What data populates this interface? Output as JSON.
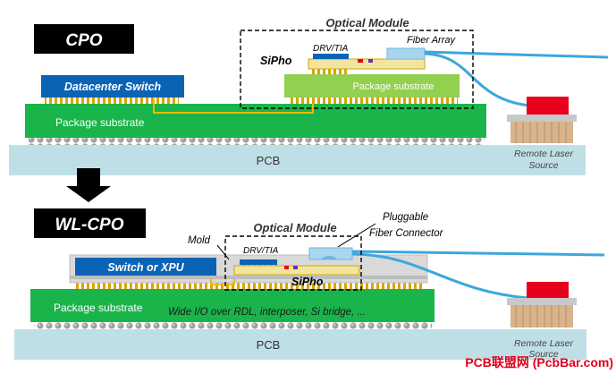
{
  "colors": {
    "pcb": "#bfdfe6",
    "substrate": "#19b44a",
    "pkg_small": "#92d050",
    "chip_blue": "#0b63b5",
    "mold": "#d9d9d9",
    "laser_red": "#e8001c",
    "fiber": "#3ba7dd",
    "trace": "#f2b800",
    "watermark": "#e0001b"
  },
  "cpo": {
    "label": "CPO",
    "optical_module": "Optical Module",
    "drv_tia": "DRV/TIA",
    "fiber_array": "Fiber Array",
    "sipho": "SiPho",
    "datacenter_switch": "Datacenter Switch",
    "package_substrate_small": "Package substrate",
    "package_substrate": "Package substrate",
    "pcb": "PCB",
    "remote_laser_source": [
      "Remote Laser",
      "Source"
    ]
  },
  "wlcpo": {
    "label": "WL-CPO",
    "optical_module": "Optical Module",
    "pluggable_fiber_connector": [
      "Pluggable",
      "Fiber Connector"
    ],
    "mold": "Mold",
    "drv_tia": "DRV/TIA",
    "switch_xpu": "Switch or XPU",
    "sipho": "SiPho",
    "package_substrate": "Package substrate",
    "wide_io": "Wide I/O over RDL, interposer, Si bridge, ...",
    "pcb": "PCB",
    "remote_laser_source": [
      "Remote Laser",
      "Source"
    ]
  },
  "watermark": "PCB联盟网 (PcbBar.com)"
}
